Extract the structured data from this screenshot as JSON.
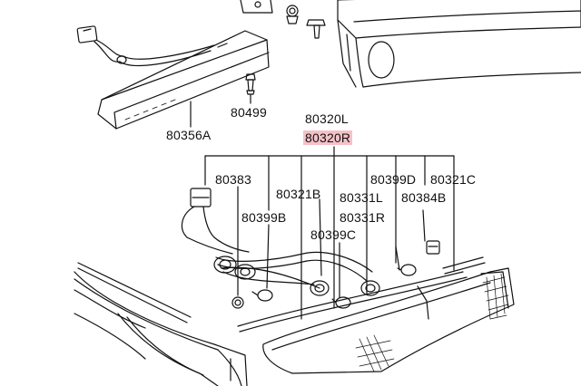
{
  "diagram": {
    "labels": {
      "p80356A": "80356A",
      "p80499": "80499",
      "p80320L": "80320L",
      "p80320R": "80320R",
      "p80383": "80383",
      "p80321B": "80321B",
      "p80399D": "80399D",
      "p80321C": "80321C",
      "p80331L": "80331L",
      "p80384B": "80384B",
      "p80399B": "80399B",
      "p80331R": "80331R",
      "p80399C": "80399C"
    },
    "highlight_color": "#f4c2c6",
    "line_color": "#111111"
  }
}
